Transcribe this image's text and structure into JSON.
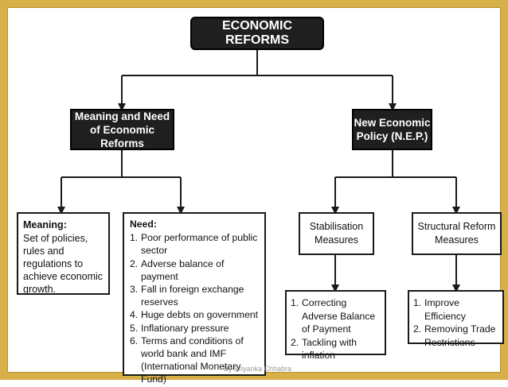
{
  "root": {
    "title": "ECONOMIC REFORMS"
  },
  "branches": {
    "meaning_need": {
      "label": "Meaning and Need of Economic Reforms"
    },
    "nep": {
      "label": "New Economic Policy (N.E.P.)"
    }
  },
  "meaning": {
    "heading": "Meaning:",
    "text": "Set of policies, rules and regulations to achieve economic growth."
  },
  "need": {
    "heading": "Need:",
    "items": [
      "Poor performance of public sector",
      "Adverse balance of payment",
      "Fall in foreign exchange reserves",
      "Huge debts on government",
      "Inflationary pressure",
      "Terms and conditions of world bank and IMF (International Monetary Fund)"
    ]
  },
  "stabilisation": {
    "label": "Stabilisation Measures",
    "items": [
      "Correcting Adverse Balance of Payment",
      "Tackling with inflation"
    ]
  },
  "structural": {
    "label": "Structural Reform Measures",
    "items": [
      "Improve Efficiency",
      "Removing Trade Restrictions"
    ]
  },
  "watermark": "By Priyanka Chhabra",
  "colors": {
    "frame": "#d8b04a",
    "dark_box": "#1f1f1f",
    "line": "#1a1a1a"
  }
}
